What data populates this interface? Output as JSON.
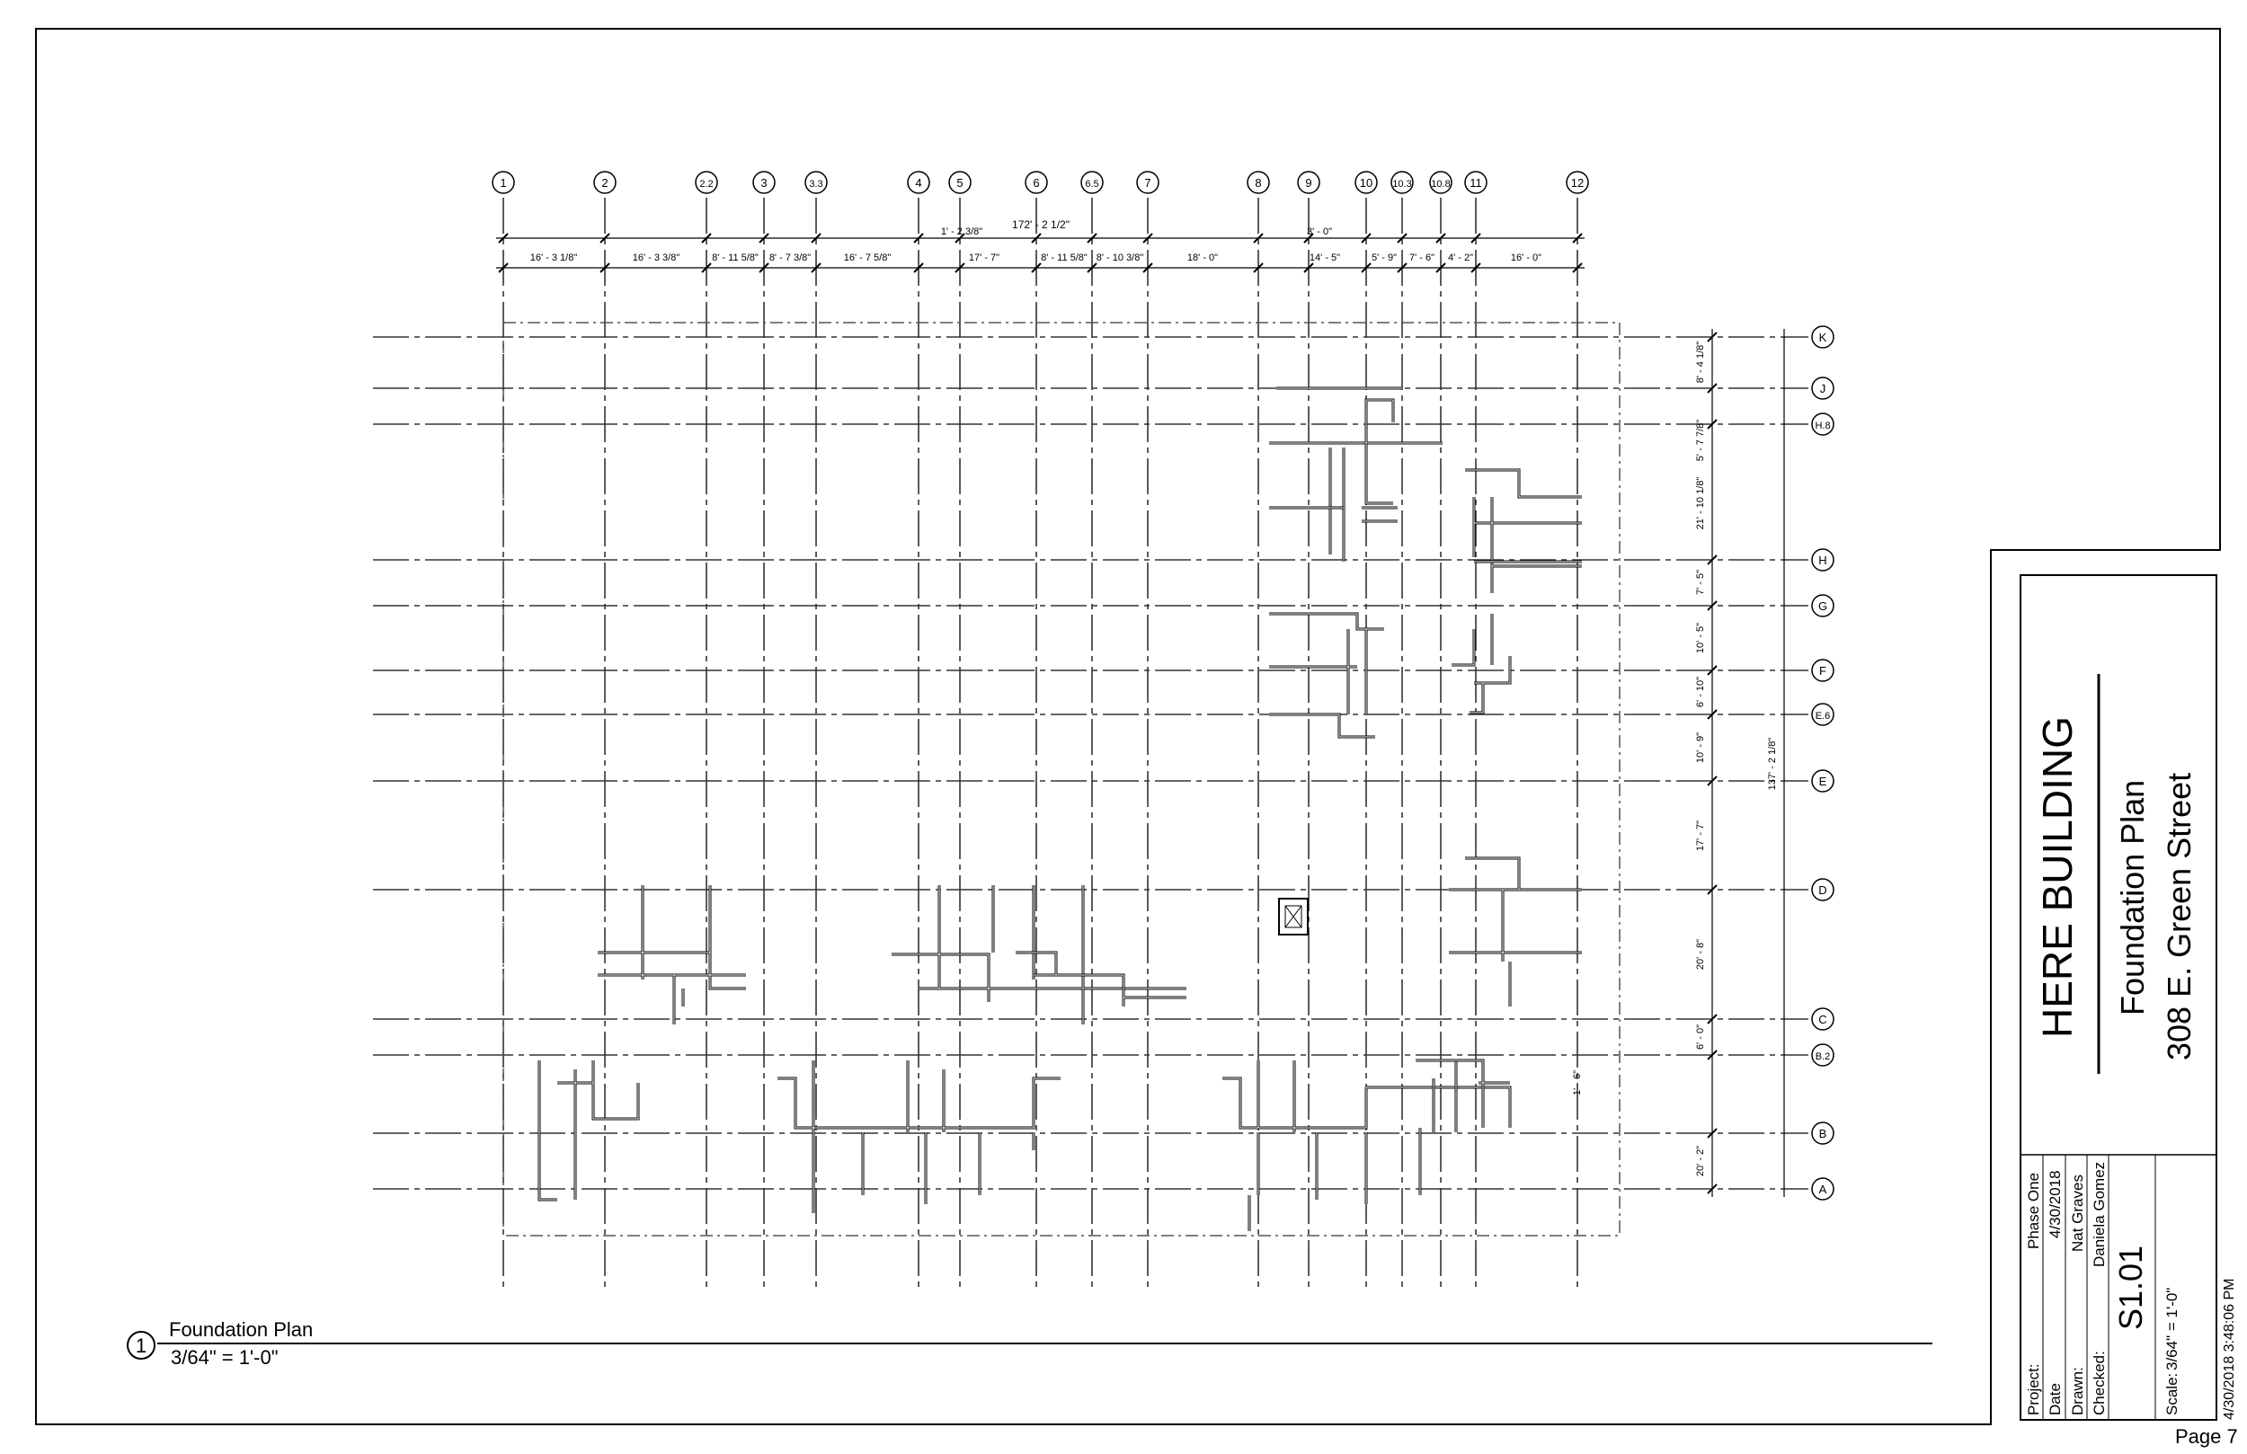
{
  "view": {
    "number": "1",
    "title": "Foundation Plan",
    "scale": "3/64\" = 1'-0\""
  },
  "grid": {
    "columns": [
      "1",
      "2",
      "2.2",
      "3",
      "3.3",
      "4",
      "5",
      "6",
      "6.5",
      "7",
      "8",
      "9",
      "10",
      "10.3",
      "10.8",
      "11",
      "12"
    ],
    "rows": [
      "K",
      "J",
      "H.8",
      "H",
      "G",
      "F",
      "E.6",
      "E",
      "D",
      "C",
      "B.2",
      "B",
      "A"
    ]
  },
  "dimensions": {
    "horizontal_segments": [
      "16' - 3 1/8\"",
      "16' - 3 3/8\"",
      "8' - 11 5/8\"",
      "8' - 7 3/8\"",
      "16' - 7 5/8\"",
      "17' - 7\"",
      "8' - 11 5/8\"",
      "8' - 10 3/8\"",
      "18' - 0\"",
      "14' - 5\"",
      "5' - 9\"",
      "7' - 6\"",
      "4' - 2\"",
      "16' - 0\""
    ],
    "horizontal_total": "172' - 2 1/2\"",
    "horizontal_callouts": [
      "1' - 2 3/8\"",
      "3' - 0\""
    ],
    "vertical_segments": [
      "8' - 4 1/8\"",
      "5' - 7 7/8\"",
      "21' - 10 1/8\"",
      "7' - 5\"",
      "10' - 5\"",
      "6' - 10\"",
      "10' - 9\"",
      "17' - 7\"",
      "20' - 8\"",
      "6' - 0\"",
      "1' - 6\"",
      "20' - 2\""
    ],
    "vertical_total": "137' - 2 1/8\""
  },
  "title_block": {
    "building": "HERE BUILDING",
    "drawing_title": "Foundation Plan",
    "address": "308 E. Green Street",
    "labels": {
      "project": "Project:",
      "date": "Date",
      "drawn": "Drawn:",
      "checked": "Checked:"
    },
    "values": {
      "project": "Phase One",
      "date": "4/30/2018",
      "drawn": "Nat Graves",
      "checked": "Daniela Gomez"
    },
    "sheet_number": "S1.01",
    "scale_label": "Scale:",
    "scale_value": "3/64\" = 1'-0\"",
    "timestamp": "4/30/2018 3:48:06 PM"
  },
  "page_label": "Page 7"
}
